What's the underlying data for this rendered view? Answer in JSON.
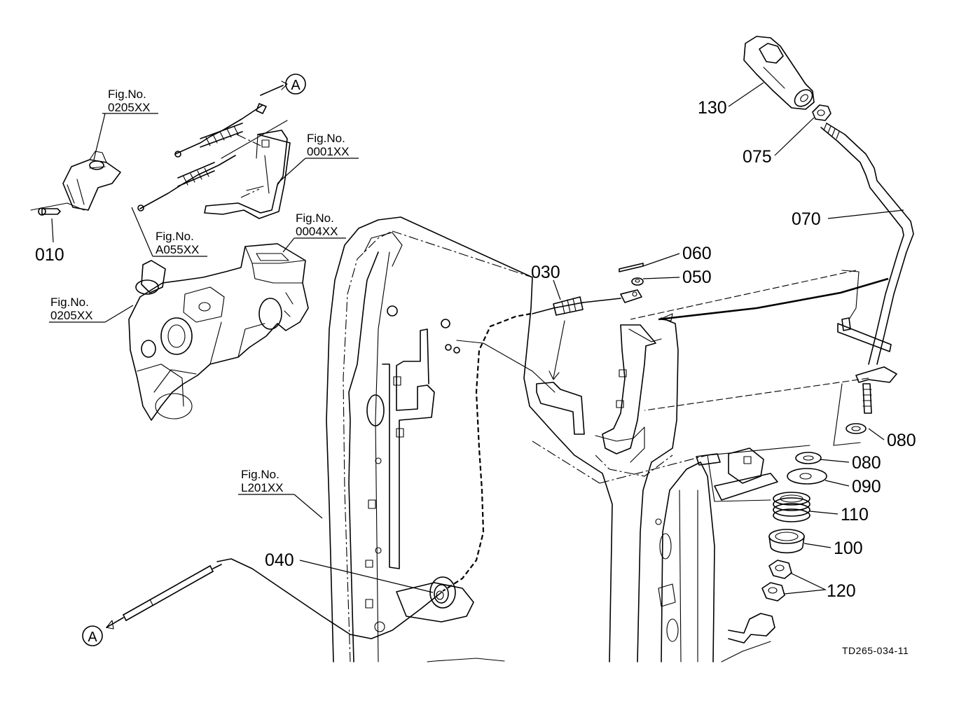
{
  "callouts": {
    "p010": "010",
    "p030": "030",
    "p040": "040",
    "p050": "050",
    "p060": "060",
    "p070": "070",
    "p075": "075",
    "p080_a": "080",
    "p080_b": "080",
    "p090": "090",
    "p100": "100",
    "p110": "110",
    "p120": "120",
    "p130": "130"
  },
  "fig_refs": {
    "ref1_label": "Fig.No.",
    "ref1_code": "0205XX",
    "ref2_label": "Fig.No.",
    "ref2_code": "0001XX",
    "ref3_label": "Fig.No.",
    "ref3_code": "A055XX",
    "ref4_label": "Fig.No.",
    "ref4_code": "0004XX",
    "ref5_label": "Fig.No.",
    "ref5_code": "0205XX",
    "ref6_label": "Fig.No.",
    "ref6_code": "L201XX"
  },
  "connectors": {
    "top": "A",
    "bottom": "A"
  },
  "drawing_code": "TD265-034-11"
}
